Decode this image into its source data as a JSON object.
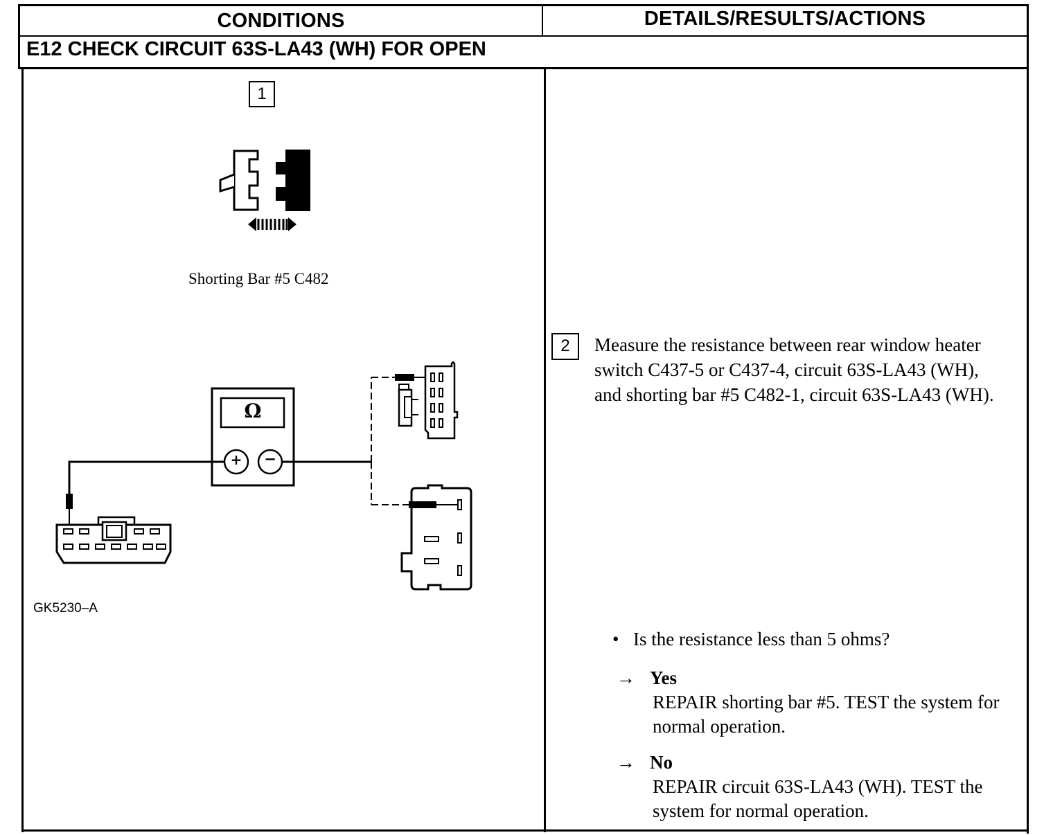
{
  "headers": {
    "conditions": "CONDITIONS",
    "details": "DETAILS/RESULTS/ACTIONS"
  },
  "test_title": "E12 CHECK CIRCUIT 63S-LA43 (WH) FOR OPEN",
  "conditions": {
    "step1_number": "1",
    "step1_caption": "Shorting Bar #5 C482",
    "meter_symbol": "Ω",
    "meter_positive": "+",
    "meter_negative": "−",
    "figure_id": "GK5230–A"
  },
  "details": {
    "step2_number": "2",
    "step2_text": "Measure the resistance between rear window heater switch C437-5 or C437-4, circuit 63S-LA43 (WH), and shorting bar #5 C482-1, circuit 63S-LA43 (WH).",
    "question": "Is the resistance less than 5 ohms?",
    "answers": [
      {
        "label": "Yes",
        "action": "REPAIR shorting bar #5. TEST the system for normal operation."
      },
      {
        "label": "No",
        "action": "REPAIR circuit 63S-LA43 (WH). TEST the system for normal operation."
      }
    ]
  },
  "icons": {
    "bullet": "•",
    "arrow": "→"
  }
}
